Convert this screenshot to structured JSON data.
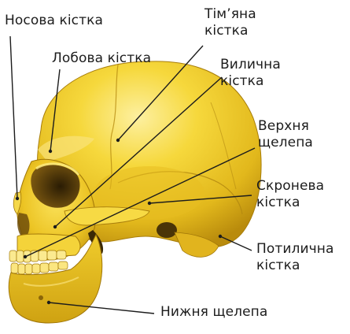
{
  "labels": {
    "nasal": "Носова кістка",
    "frontal": "Лобова кістка",
    "parietal": [
      "Тім’яна",
      "кістка"
    ],
    "zygomatic": [
      "Вилична",
      "кістка"
    ],
    "maxilla": [
      "Верхня",
      "щелепа"
    ],
    "temporal": [
      "Скронева",
      "кістка"
    ],
    "occipital": [
      "Потилична",
      "кістка"
    ],
    "mandible": "Нижня щелепа"
  },
  "colors": {
    "bone": "#f2cf2a",
    "bone_light": "#fbe878",
    "bone_shadow": "#c59a12",
    "bone_dark": "#8a6508",
    "orbit": "#3d2b06",
    "leader_line": "#1c1c1c",
    "label_text": "#1c1c1c"
  }
}
